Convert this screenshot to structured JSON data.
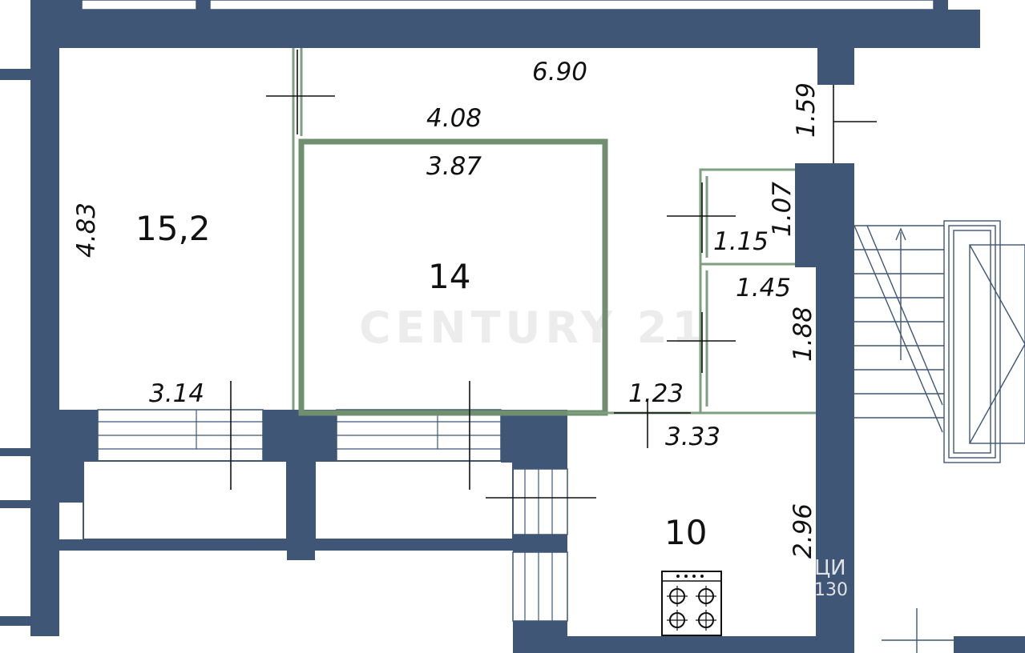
{
  "rooms": {
    "left": {
      "area": "15,2",
      "width": "3.14",
      "depth": "4.83"
    },
    "middle": {
      "area": "14",
      "width_top": "4.08",
      "width_inner": "3.87"
    },
    "kitchen": {
      "area": "10",
      "width": "3.33",
      "depth": "2.96",
      "door_gap": "1.23"
    },
    "corridor": {
      "length": "6.90",
      "width": "1.59"
    },
    "small_wc": {
      "width": "1.15",
      "depth": "1.07"
    },
    "bath": {
      "width": "1.45",
      "depth": "1.88"
    }
  },
  "watermark": "CENTURY 21",
  "corner_fragment": {
    "line1": "ЦИ",
    "line2": "130"
  },
  "colors": {
    "wall": "#3f5676",
    "partition": "#6f8f6f"
  },
  "icons": {
    "stove": "stove-icon"
  }
}
